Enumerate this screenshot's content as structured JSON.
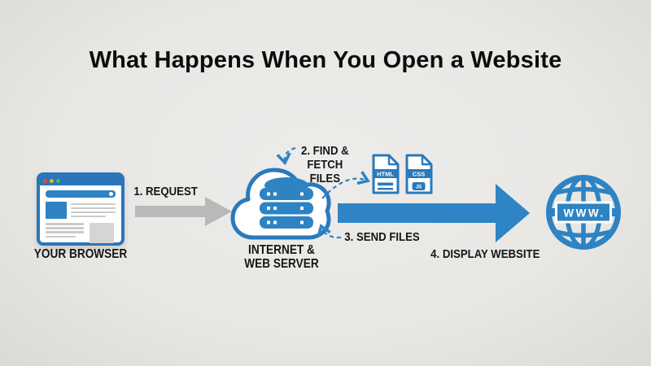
{
  "title": "What Happens When You Open a Website",
  "colors": {
    "background": "#e8e7e4",
    "accent_blue": "#2e84c5",
    "outline_blue": "#2a79bd",
    "gray_arrow": "#b9b9b9",
    "text": "#161616",
    "traffic_red": "#e8493c",
    "traffic_yellow": "#f2b02c",
    "traffic_green": "#41c05c"
  },
  "browser": {
    "label": "YOUR BROWSER"
  },
  "server": {
    "label_lines": [
      "INTERNET &",
      "WEB SERVER"
    ]
  },
  "files": {
    "html_label": "HTML",
    "css_label": "CSS",
    "js_badge": "JS"
  },
  "globe": {
    "label": "WWW."
  },
  "steps": {
    "request": "1. REQUEST",
    "find_lines": [
      "2. FIND &",
      "FETCH",
      "FILES"
    ],
    "send": "3. SEND FILES",
    "display": "4. DISPLAY WEBSITE"
  }
}
